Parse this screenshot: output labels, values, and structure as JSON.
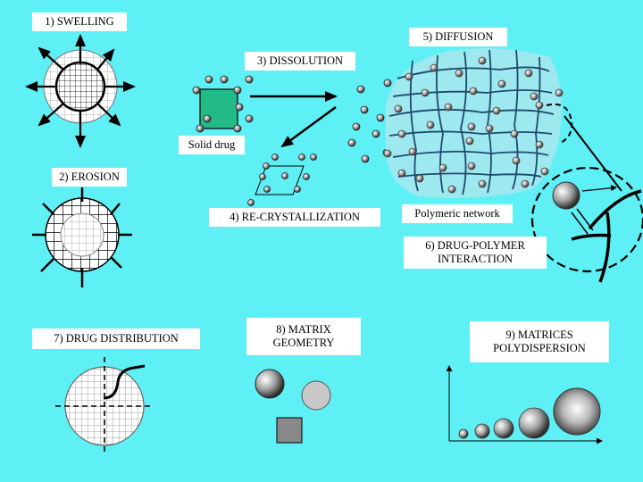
{
  "labels": {
    "swelling": "1) SWELLING",
    "erosion": "2) EROSION",
    "dissolution": "3) DISSOLUTION",
    "solid_drug": "Solid drug",
    "recrystallization": "4) RE-CRYSTALLIZATION",
    "diffusion": "5) DIFFUSION",
    "polymeric_network": "Polymeric network",
    "drug_polymer_line1": "6) DRUG-POLYMER",
    "drug_polymer_line2": "INTERACTION",
    "drug_distribution": "7) DRUG DISTRIBUTION",
    "matrix_geometry_line1": "8) MATRIX",
    "matrix_geometry_line2": "GEOMETRY",
    "polydispersion_line1": "9) MATRICES",
    "polydispersion_line2": "POLYDISPERSION"
  },
  "colors": {
    "background": "#5ff0f5",
    "network_fill": "#9ee8f0",
    "solid_drug": "#22bb88",
    "grid_fill": "#ffffff",
    "gray_disc": "#c8c8c8",
    "gray_square": "#888888"
  }
}
